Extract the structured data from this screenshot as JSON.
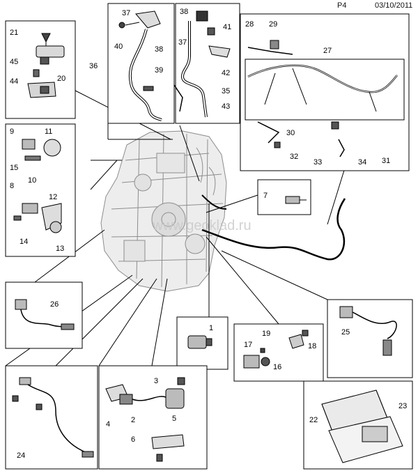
{
  "header": {
    "page_code": "P4",
    "date": "03/10/2011"
  },
  "watermark": "www.geoklad.ru",
  "callouts": [
    "1",
    "2",
    "3",
    "4",
    "5",
    "6",
    "7",
    "8",
    "9",
    "10",
    "11",
    "12",
    "13",
    "14",
    "15",
    "16",
    "17",
    "18",
    "19",
    "20",
    "21",
    "22",
    "23",
    "24",
    "25",
    "26",
    "27",
    "28",
    "29",
    "30",
    "31",
    "32",
    "33",
    "34",
    "35",
    "36",
    "37",
    "37",
    "38",
    "38",
    "39",
    "40",
    "41",
    "42",
    "43",
    "44",
    "45"
  ],
  "colors": {
    "line": "#000000",
    "background": "#ffffff",
    "engine": "#9a9a9a",
    "watermark": "#c8c8c8"
  },
  "groups": [
    {
      "id": "manifold-pressure-sensor-group",
      "callouts": [
        "21",
        "20",
        "45",
        "44"
      ]
    },
    {
      "id": "egr-hose-group",
      "callouts": [
        "37",
        "40",
        "38",
        "39",
        "36"
      ]
    },
    {
      "id": "pressure-sensor-hose-group",
      "callouts": [
        "38",
        "37",
        "41",
        "42",
        "35",
        "43"
      ]
    },
    {
      "id": "harness-routing-group",
      "callouts": [
        "28",
        "29",
        "27",
        "30",
        "32",
        "33",
        "34",
        "31"
      ]
    },
    {
      "id": "camshaft-sensor-group",
      "callouts": [
        "9",
        "11",
        "15",
        "8",
        "10",
        "12",
        "14",
        "13"
      ]
    },
    {
      "id": "temperature-sensor-group",
      "callouts": [
        "7"
      ]
    },
    {
      "id": "pressure-switch-group",
      "callouts": [
        "1"
      ]
    },
    {
      "id": "oil-pressure-sensor-group",
      "callouts": [
        "19",
        "17",
        "18",
        "16"
      ]
    },
    {
      "id": "oxygen-sensor-front-group",
      "callouts": [
        "26"
      ]
    },
    {
      "id": "oxygen-sensor-rear-group",
      "callouts": [
        "25"
      ]
    },
    {
      "id": "oxygen-sensor-harness-group",
      "callouts": [
        "24"
      ]
    },
    {
      "id": "solenoid-valve-group",
      "callouts": [
        "3",
        "4",
        "2",
        "5",
        "6"
      ]
    },
    {
      "id": "ecu-group",
      "callouts": [
        "22",
        "23"
      ]
    }
  ]
}
